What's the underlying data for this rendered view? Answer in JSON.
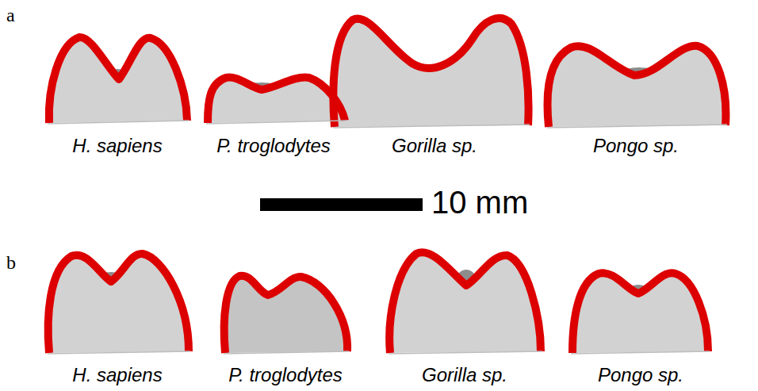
{
  "diagram": {
    "labels": [
      "a",
      "H. sapiens",
      "P. troglodytes",
      "Gorilla sp.",
      "Pongo sp.",
      "10 mm",
      "b",
      "H. sapiens",
      "P. troglodytes",
      "Gorilla sp.",
      "Pongo sp."
    ]
  }
}
